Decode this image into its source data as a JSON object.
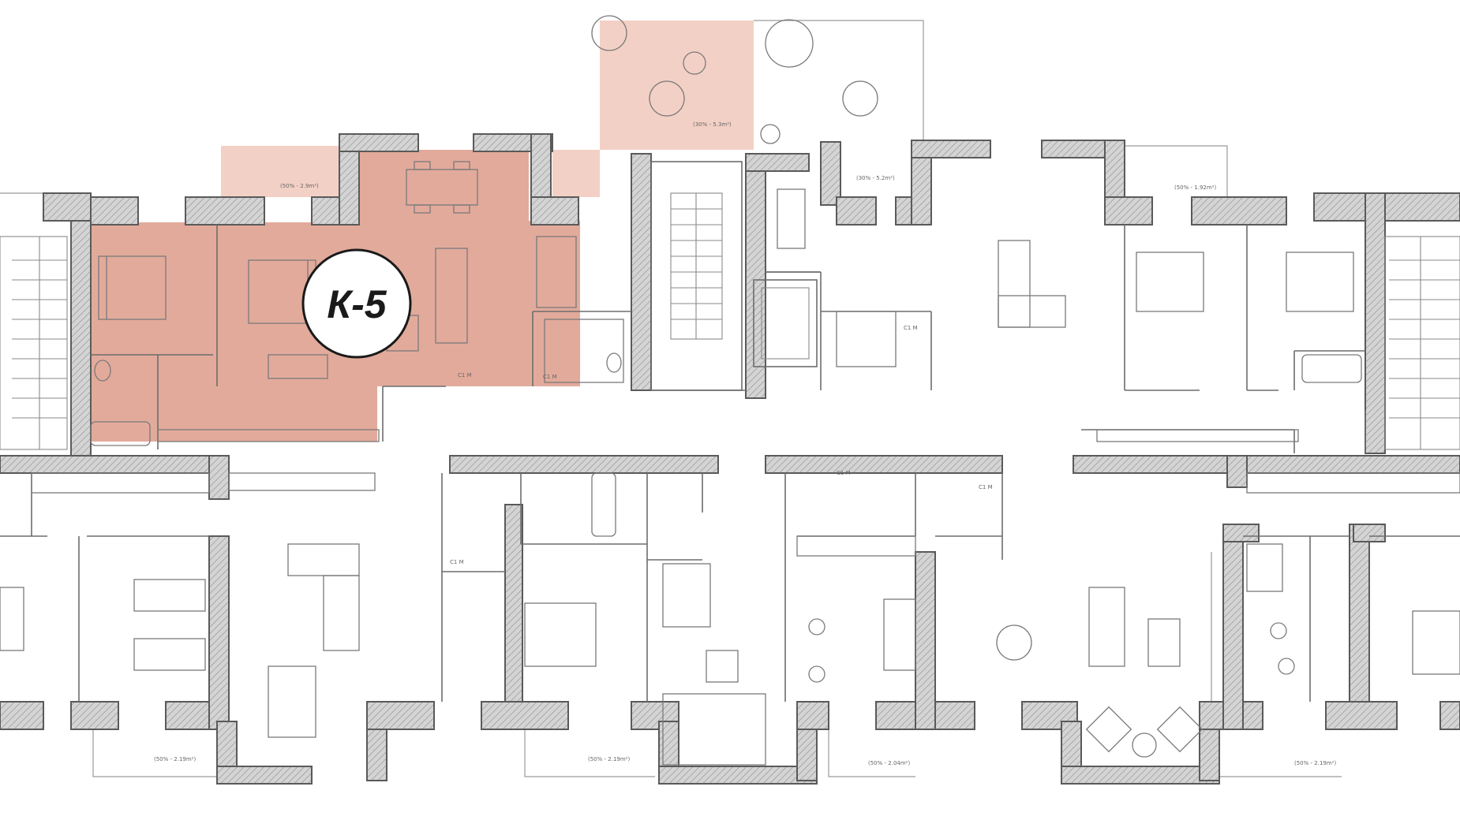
{
  "unit_label": "К-5",
  "colors": {
    "highlight": "#e0a393",
    "terrace_highlight": "#f2cbbf",
    "wall_fill": "#c9c9c9",
    "line": "#6d6d6d"
  },
  "terraces": [
    {
      "id": "t1",
      "label": "(50% - 2.9m²)"
    },
    {
      "id": "t2",
      "label": "(30% - 5.3m²)"
    },
    {
      "id": "t3",
      "label": "(30% - 5.2m²)"
    },
    {
      "id": "t4",
      "label": "(50% - 1.92m²)"
    },
    {
      "id": "t5",
      "label": "(50% - 2.19m²)"
    },
    {
      "id": "t6",
      "label": "(50% - 2.19m²)"
    },
    {
      "id": "t7",
      "label": "(50% - 2.04m²)"
    },
    {
      "id": "t8",
      "label": "(50% - 2.19m²)"
    }
  ],
  "room_tags": [
    "С1 М",
    "С1 М",
    "С1 М",
    "С1 М",
    "С1 М",
    "С1 М"
  ]
}
